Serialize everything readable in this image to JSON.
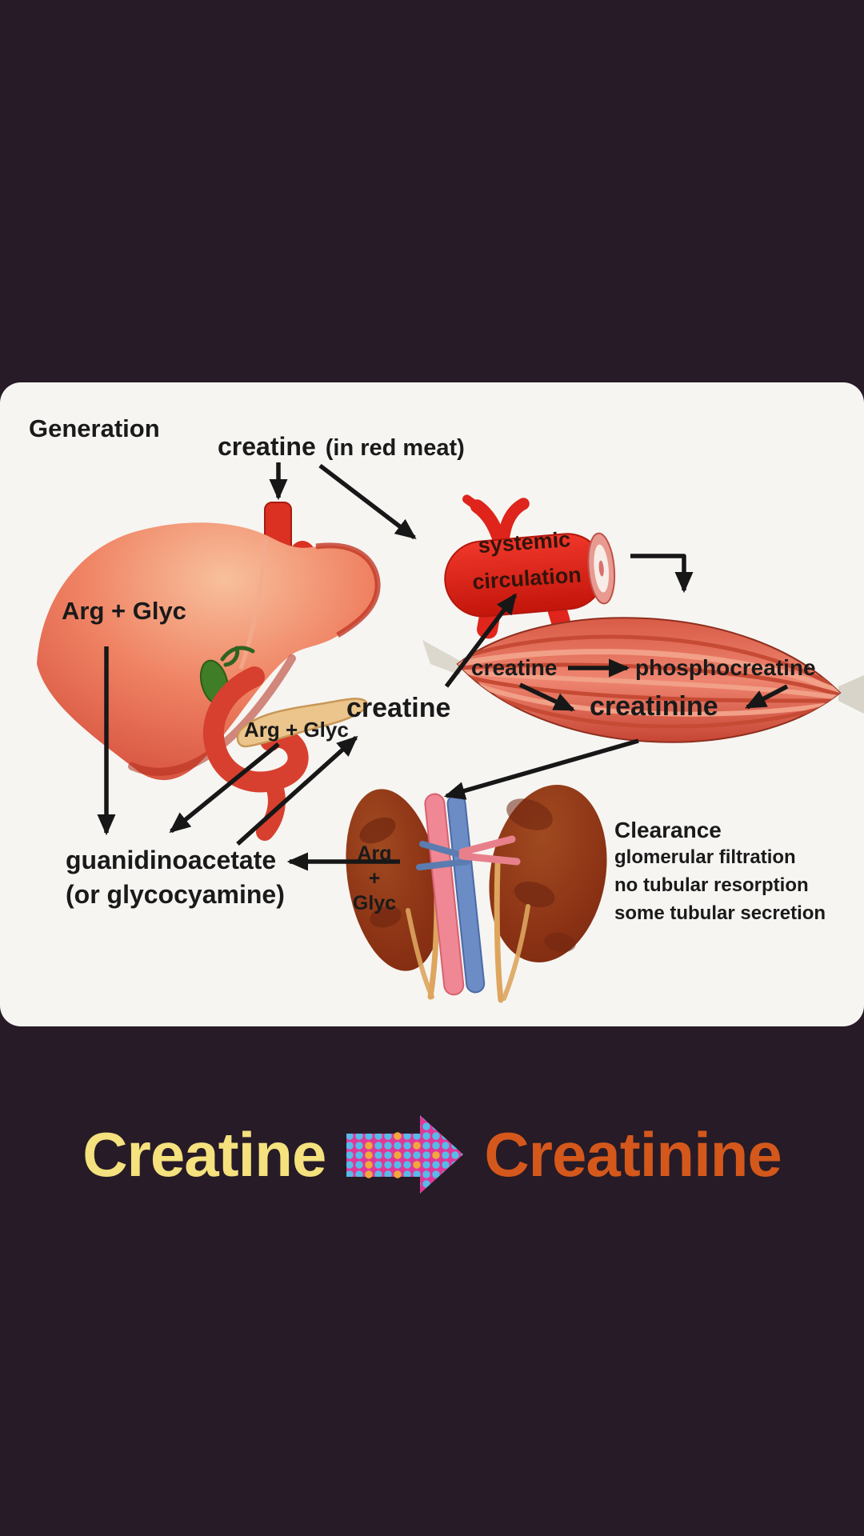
{
  "colors": {
    "background": "#271b27",
    "card": "#f6f5f2",
    "banner_left": "#f5e17d",
    "banner_right": "#d4581b",
    "pixel_arrow_magenta": "#e03898",
    "pixel_arrow_dot_blue": "#57bbe9",
    "pixel_arrow_dot_yellow": "#f2a73a"
  },
  "card": {
    "title": "Generation",
    "top_label": {
      "word": "creatine",
      "note": "(in red meat)"
    },
    "vessel_label": {
      "line1": "systemic",
      "line2": "circulation"
    },
    "liver_label": "Arg + Glyc",
    "pancreas_label": "Arg + Glyc",
    "center_label": "creatine",
    "muscle": {
      "left": "creatine",
      "right": "phosphocreatine",
      "product": "creatinine"
    },
    "kidney_label": {
      "line1": "Arg",
      "line2": "+",
      "line3": "Glyc"
    },
    "guanidino": {
      "line1": "guanidinoacetate",
      "line2": "(or glycocyamine)"
    },
    "clearance": {
      "heading": "Clearance",
      "items": [
        "glomerular filtration",
        "no tubular resorption",
        "some tubular secretion"
      ]
    }
  },
  "banner": {
    "left_word": "Creatine",
    "right_word": "Creatinine",
    "arrow_icon": "pixel-arrow-right"
  }
}
